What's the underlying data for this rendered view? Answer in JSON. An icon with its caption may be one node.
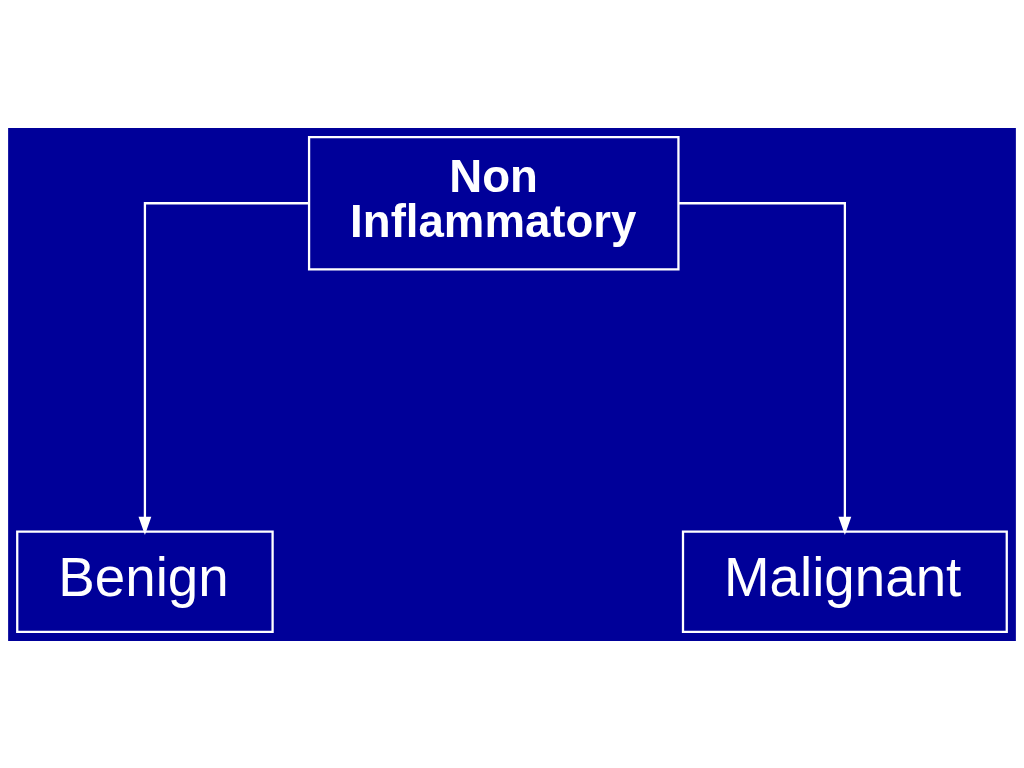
{
  "diagram": {
    "nodes": [
      {
        "text": [
          "Non Inflammatory"
        ]
      },
      {
        "text": [
          "Benign"
        ]
      },
      {
        "text": [
          "Malignant"
        ]
      }
    ],
    "edges": [
      {
        "from": 0,
        "to": 1,
        "arrow": "to"
      },
      {
        "from": 0,
        "to": 2,
        "arrow": "to"
      }
    ]
  }
}
